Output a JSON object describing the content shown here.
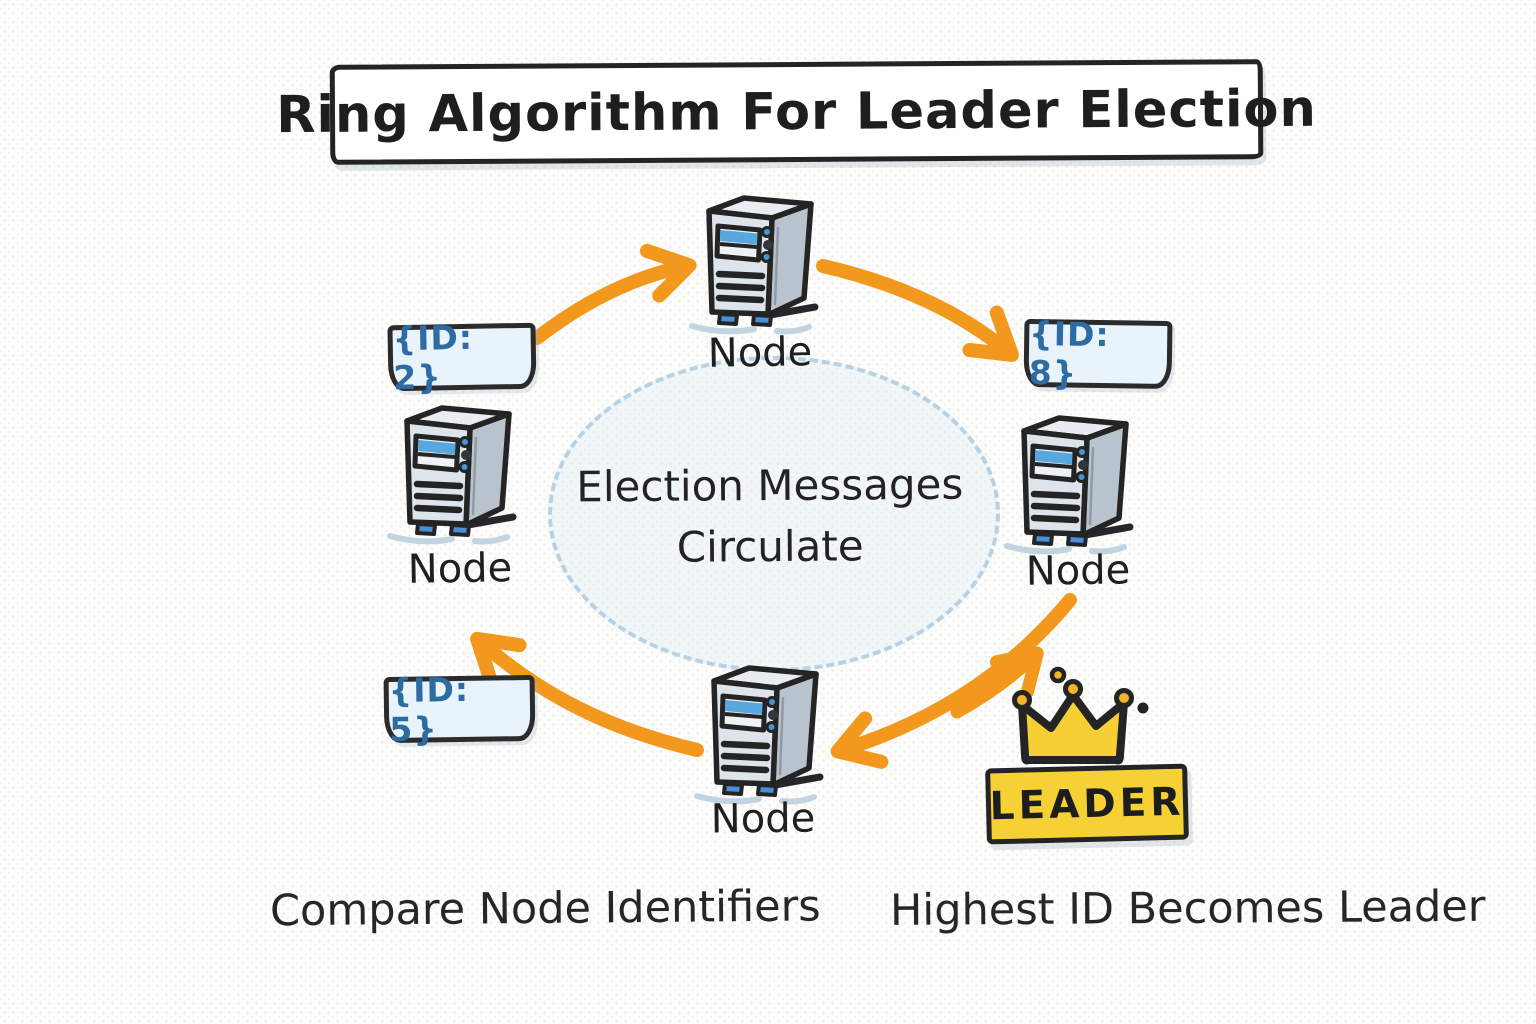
{
  "diagram": {
    "title": "Ring Algorithm For Leader Election",
    "center_label": {
      "line1": "Election Messages",
      "line2": "Circulate"
    },
    "nodes": [
      {
        "position": "top",
        "label": "Node"
      },
      {
        "position": "right",
        "label": "Node"
      },
      {
        "position": "bottom",
        "label": "Node"
      },
      {
        "position": "left",
        "label": "Node"
      }
    ],
    "id_badges": [
      {
        "position": "upper-left",
        "label": "{ID: 2}"
      },
      {
        "position": "upper-right",
        "label": "{ID: 8}"
      },
      {
        "position": "lower-left",
        "label": "{ID: 5}"
      }
    ],
    "leader_badge": "LEADER",
    "captions": {
      "left": "Compare Node Identifiers",
      "right": "Highest ID Becomes Leader"
    },
    "icons": [
      "server-icon",
      "crown-icon",
      "ring-arrow-icon"
    ],
    "colors": {
      "arrow_orange": "#F2991D",
      "leader_yellow": "#F6D135",
      "crown_yellow": "#F6CF35",
      "badge_text_blue": "#2D6CA3",
      "badge_bg_blue": "#E9F3FB",
      "ellipse_dash_blue": "#B7D2E5",
      "ink": "#242424"
    }
  }
}
